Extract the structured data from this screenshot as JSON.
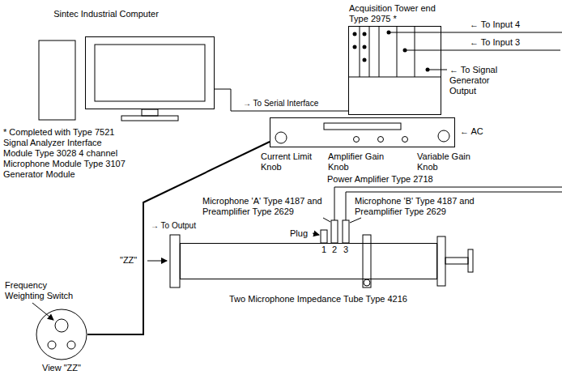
{
  "diagram": {
    "nodes": [
      {
        "text": [
          "Sintec Industrial Computer"
        ]
      },
      {
        "text": [
          "Acquisition Tower end Type 2975 *"
        ]
      },
      {
        "text": [
          "Power Amplifier Type 2718"
        ]
      },
      {
        "text": [
          "Two Microphone Impedance Tube Type 4216"
        ]
      },
      {
        "text": [
          "View \"ZZ\""
        ]
      }
    ],
    "edges": [
      {
        "from": 0,
        "to": 1,
        "label": "→ To Serial Interface",
        "arrow": "none"
      },
      {
        "from": 2,
        "to": 4,
        "label": "→ To Output",
        "arrow": "none"
      }
    ],
    "labels": [
      "← To Input 4",
      "← To Input 3",
      "← To Signal Generator Output",
      "← AC",
      "* Completed with Type 7521 Signal Analyzer Interface Module Type 3028 4 channel Microphone Module Type 3107 Generator Module",
      "Current Limit Knob",
      "Amplifier Gain Knob",
      "Variable Gain Knob",
      "Microphone 'A' Type 4187 and Preamplifier Type 2629",
      "Microphone 'B' Type 4187 and Preamplifier Type 2629",
      "Plug",
      "1",
      "2",
      "3",
      "\"ZZ\"",
      "Frequency Weighting Switch"
    ]
  }
}
